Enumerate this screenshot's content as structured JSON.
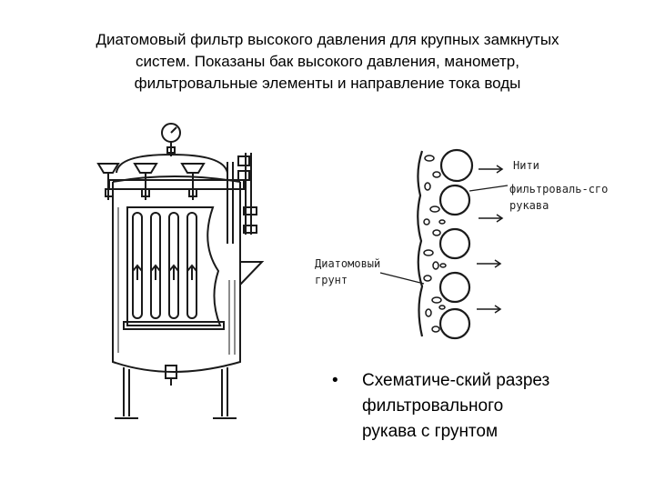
{
  "title": {
    "lines": [
      "Диатомовый фильтр высокого давления для крупных замкнутых",
      "систем. Показаны бак высокого давления, манометр,",
      "фильтровальные элементы и направление тока воды"
    ]
  },
  "section_labels": {
    "threads_lines": [
      "Нити",
      "фильтроваль-сго",
      "рукава"
    ],
    "soil_lines": [
      "Диатомовый",
      "грунт"
    ]
  },
  "caption": {
    "bullet": "•",
    "lines": [
      "Схематиче-ский разрез",
      "фильтровального",
      "рукава с грунтом"
    ]
  },
  "colors": {
    "ink": "#1a1a1a",
    "paper": "#ffffff"
  }
}
